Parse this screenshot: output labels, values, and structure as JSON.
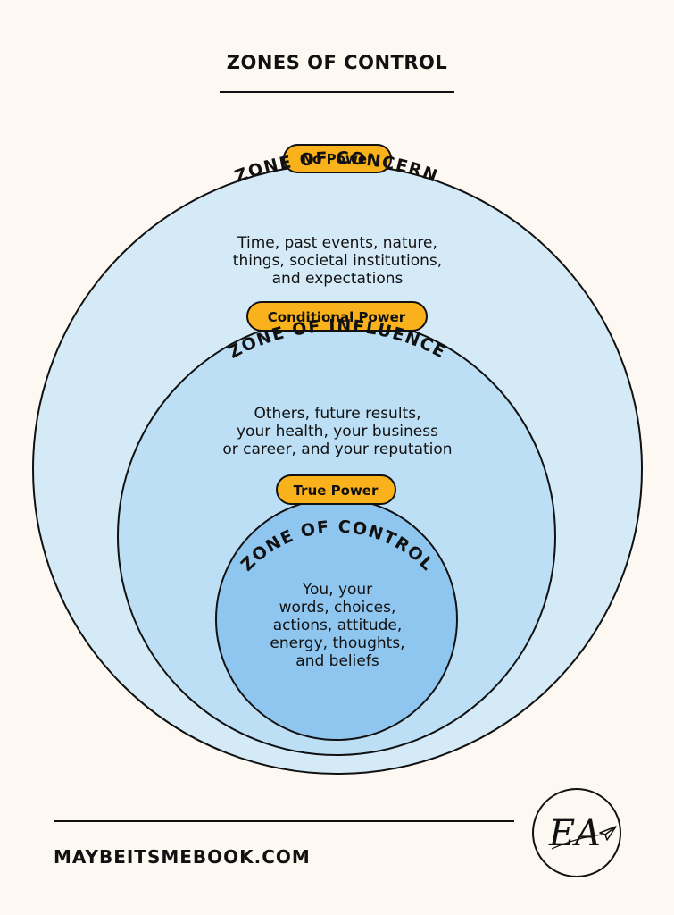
{
  "title": "ZONES OF CONTROL",
  "zones": [
    {
      "badge": "No Power",
      "heading": "ZONE OF CONCERN",
      "lines": [
        "Time, past events, nature,",
        "things, societal institutions,",
        "and expectations"
      ]
    },
    {
      "badge": "Conditional Power",
      "heading": "ZONE OF INFLUENCE",
      "lines": [
        "Others, future results,",
        "your health, your business",
        "or career, and your reputation"
      ]
    },
    {
      "badge": "True Power",
      "heading": "ZONE OF CONTROL",
      "lines": [
        "You, your",
        "words, choices,",
        "actions, attitude,",
        "energy, thoughts,",
        "and beliefs"
      ]
    }
  ],
  "footer": "MAYBEITSMEBOOK.COM",
  "logo_text": "EA",
  "colors": {
    "outer": "#d5eaf7",
    "middle": "#bcdff6",
    "inner": "#8fc6ef",
    "badge": "#f9b21b",
    "stroke": "#111111",
    "background": "#fdf8f1"
  }
}
